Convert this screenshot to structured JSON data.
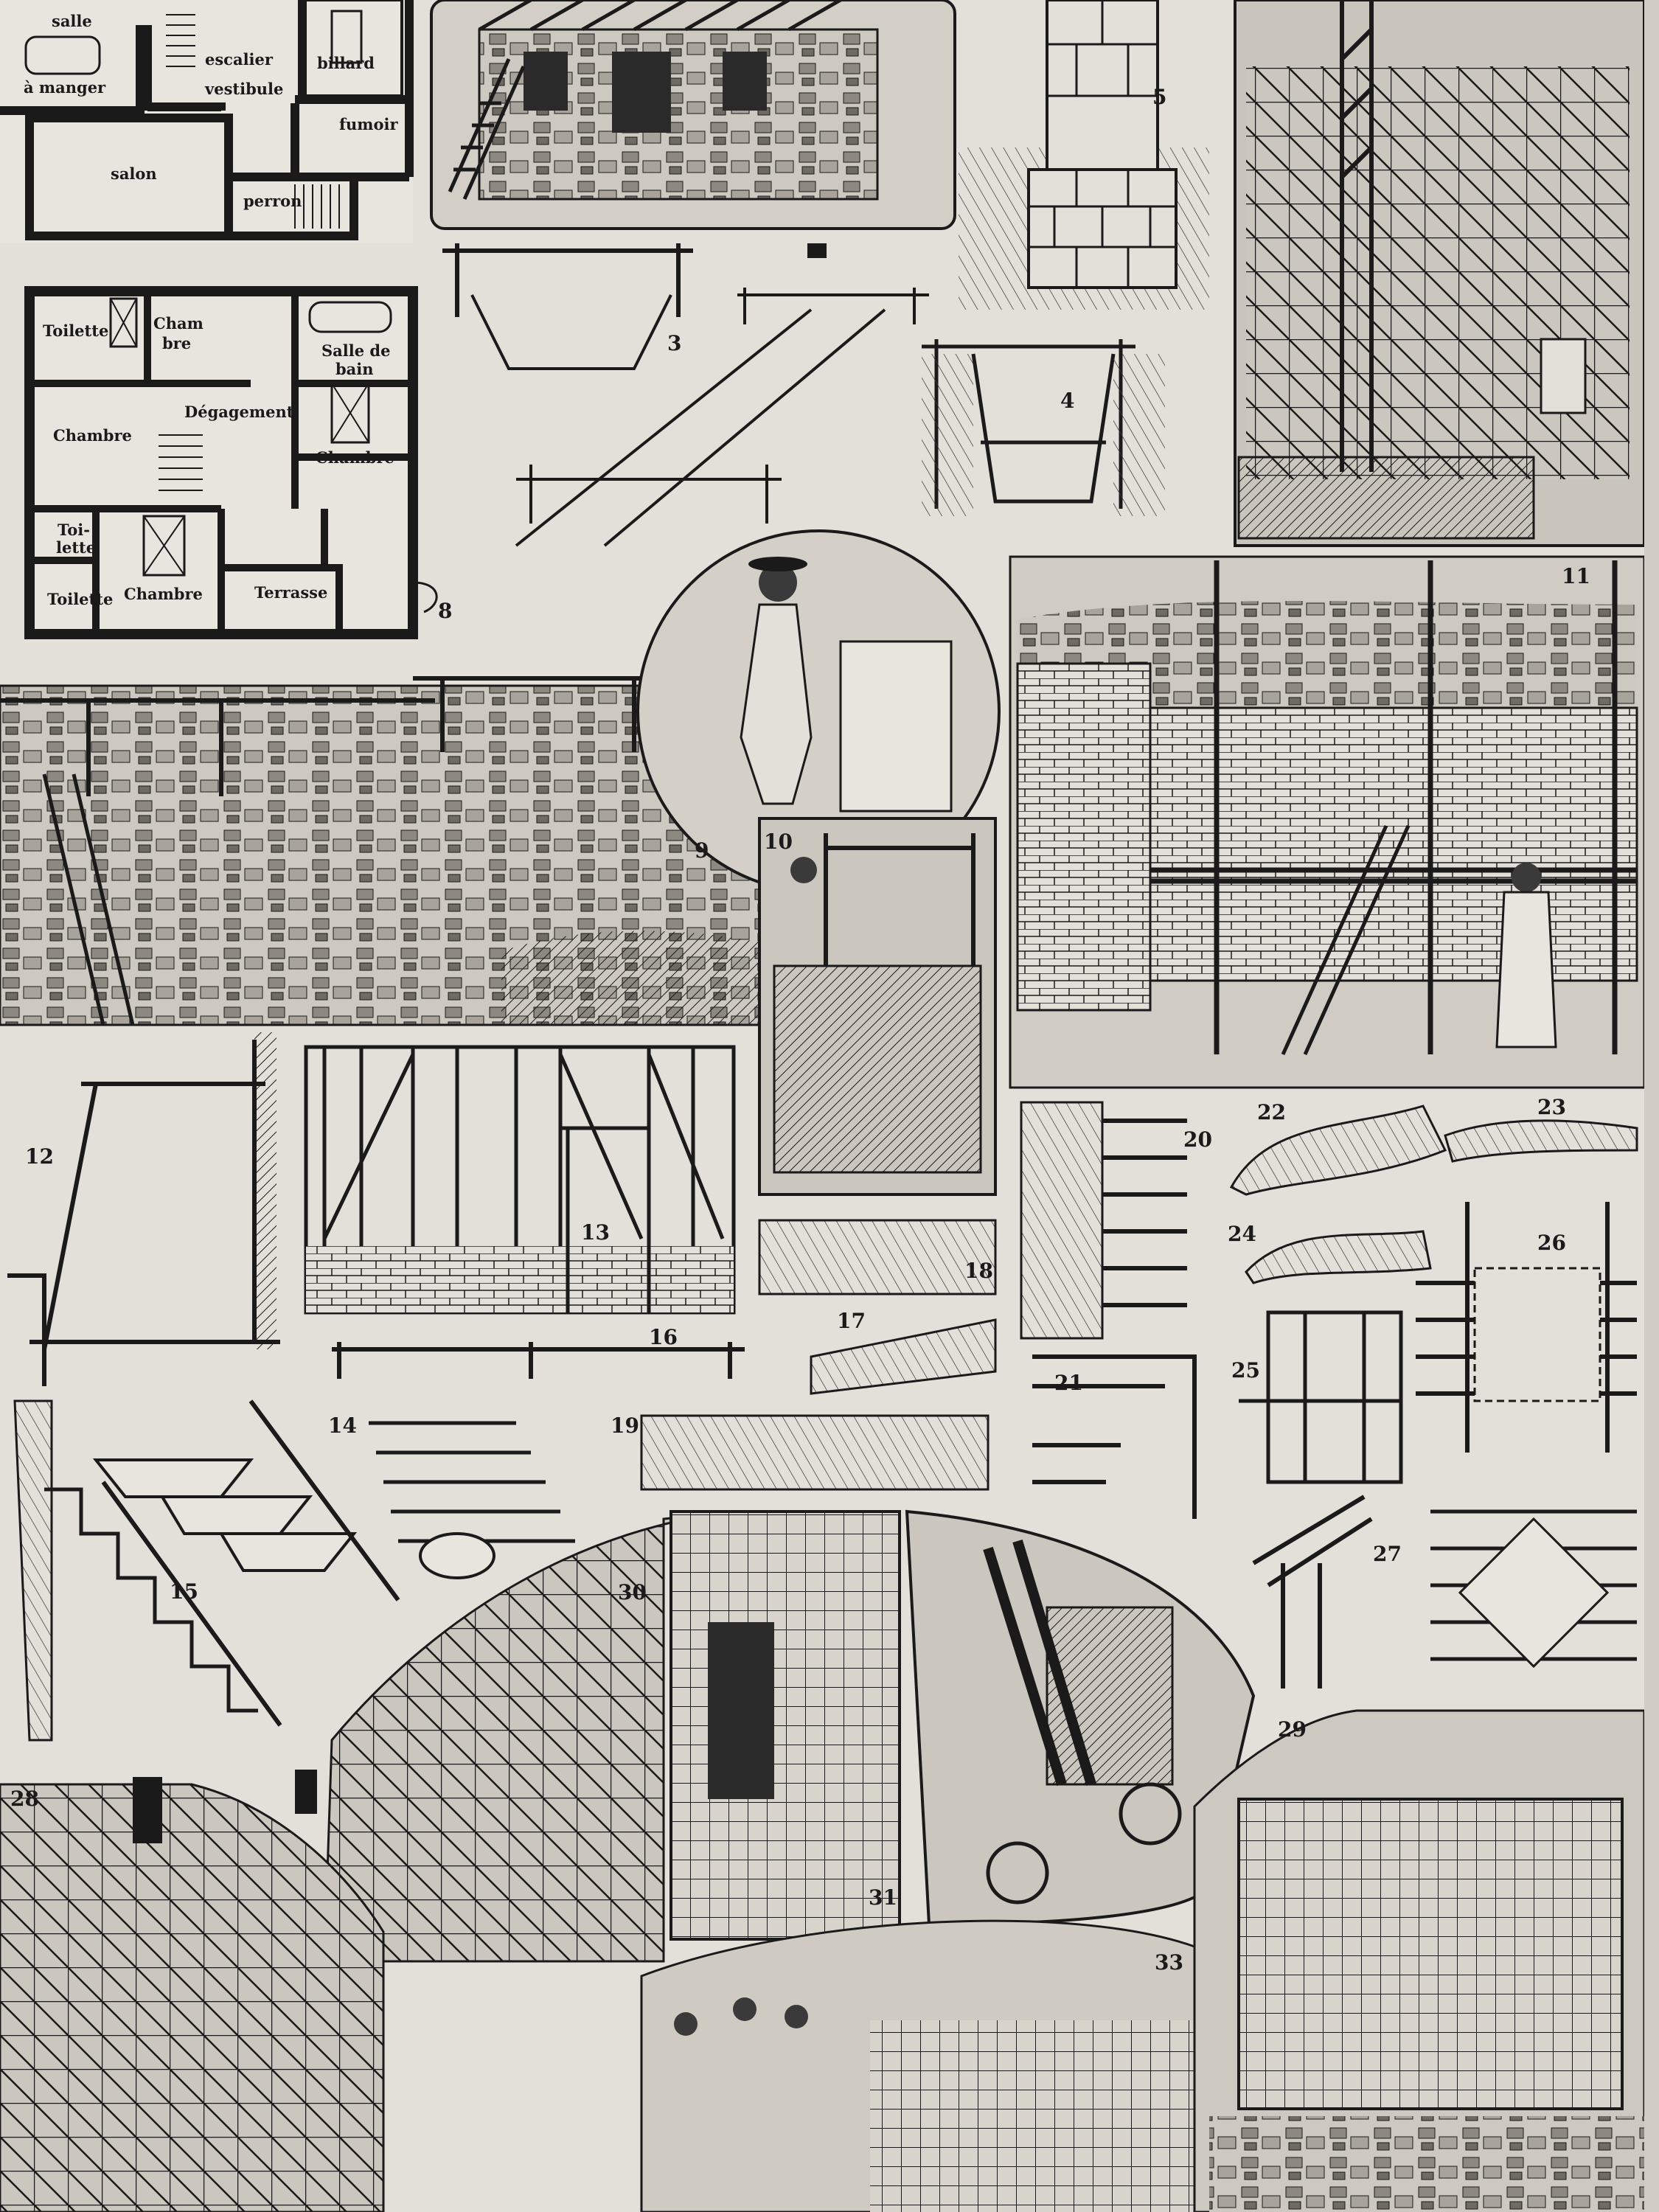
{
  "colors": {
    "paper": "#e3e0da",
    "ink": "#1a1a1a",
    "shade": "#bfbbb3",
    "frame": "#cfcac1"
  },
  "floorplans": {
    "ground_floor": {
      "rooms": [
        "salle",
        "à manger",
        "escalier",
        "vestibule",
        "billard",
        "fumoir",
        "salon",
        "perron"
      ]
    },
    "upper_floor": {
      "rooms": [
        "Toilette",
        "Cham",
        "bre",
        "Salle de",
        "bain",
        "Dégagement",
        "Chambre",
        "Chambre",
        "Toi-",
        "lette",
        "Toilette",
        "Chambre",
        "Terrasse"
      ]
    }
  },
  "figure_numbers": [
    "3",
    "4",
    "5",
    "8",
    "9",
    "10",
    "11",
    "12",
    "13",
    "14",
    "15",
    "16",
    "17",
    "18",
    "19",
    "20",
    "21",
    "22",
    "23",
    "24",
    "25",
    "26",
    "27",
    "28",
    "29",
    "30",
    "31",
    "33"
  ]
}
